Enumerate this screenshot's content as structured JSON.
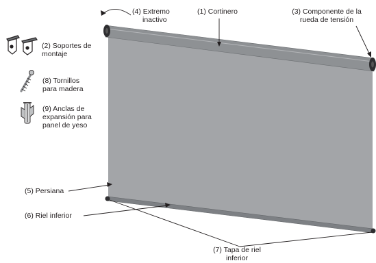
{
  "labels": {
    "tube": "(1) Cortinero",
    "brackets_1": "(2) Soportes de",
    "brackets_2": "montaje",
    "tension_1": "(3) Componente de la",
    "tension_2": "rueda de tensión",
    "idle_1": "(4) Extremo",
    "idle_2": "inactivo",
    "shade": "(5) Persiana",
    "bottom_rail": "(6) Riel inferior",
    "end_cap_1": "(7) Tapa de riel",
    "end_cap_2": "inferior",
    "screws_1": "(8) Tornillos",
    "screws_2": "para madera",
    "anchors_1": "(9) Anclas de",
    "anchors_2": "expansión para",
    "anchors_3": "panel de yeso"
  },
  "colors": {
    "fabric": "#a3a5a8",
    "tube": "#8e9194",
    "rail": "#7d8084",
    "outline": "#231f20"
  }
}
